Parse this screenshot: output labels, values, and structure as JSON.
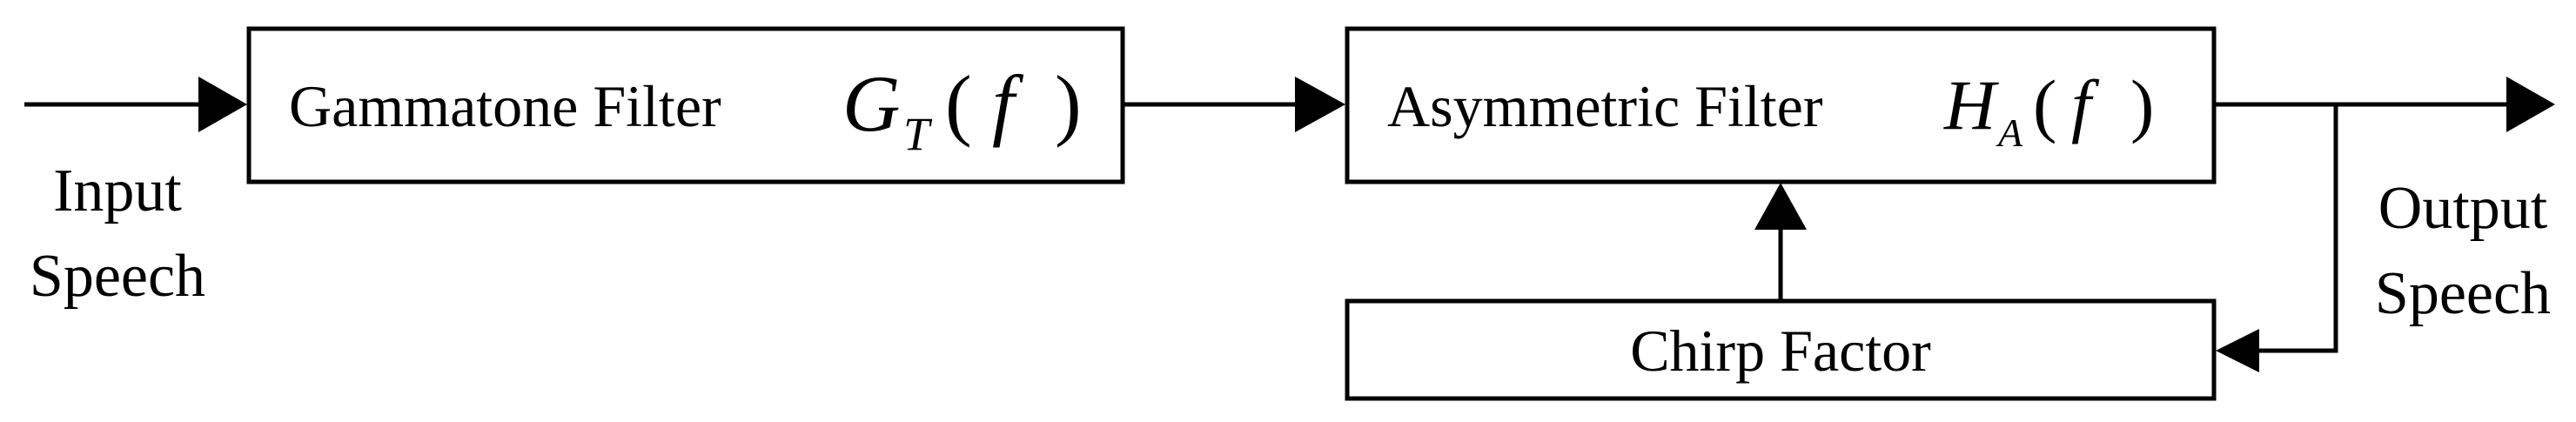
{
  "diagram": {
    "input_label": {
      "line1": "Input",
      "line2": "Speech"
    },
    "output_label": {
      "line1": "Output",
      "line2": "Speech"
    },
    "blocks": {
      "gammatone": {
        "name": "Gammatone Filter",
        "symbol": "G",
        "subscript": "T",
        "open_paren": "(",
        "argument": "f",
        "close_paren": ")"
      },
      "asymmetric": {
        "name": "Asymmetric Filter",
        "symbol": "H",
        "subscript": "A",
        "open_paren": "(",
        "argument": "f",
        "close_paren": ")"
      },
      "chirp": {
        "name": "Chirp Factor"
      }
    }
  }
}
